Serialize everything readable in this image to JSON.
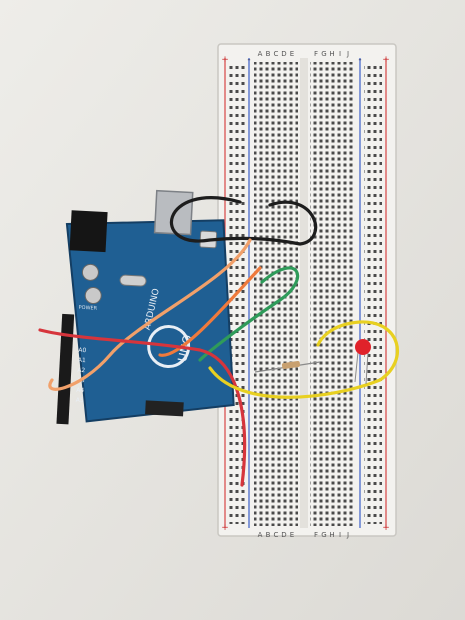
{
  "breadboard": {
    "column_letters_left": [
      "A",
      "B",
      "C",
      "D",
      "E"
    ],
    "column_letters_right": [
      "F",
      "G",
      "H",
      "I",
      "J"
    ],
    "rail_marks": {
      "plus": "+",
      "minus": "-"
    }
  },
  "arduino": {
    "brand_text": "ARDUINO",
    "model_text": "UNO",
    "analog_pin_labels": [
      "A0",
      "A1",
      "A2",
      "A3",
      "A4",
      "A5"
    ],
    "power_header_text": "POWER"
  },
  "wires": {
    "black": "#1d1d1d",
    "orange": "#f07a3c",
    "green": "#2f9b5a",
    "red": "#d6353c",
    "yellow": "#e8d021",
    "pale_orange": "#f1a06a"
  },
  "components": {
    "led_color": "#e0222a",
    "resistor_color": "#c8a070"
  }
}
